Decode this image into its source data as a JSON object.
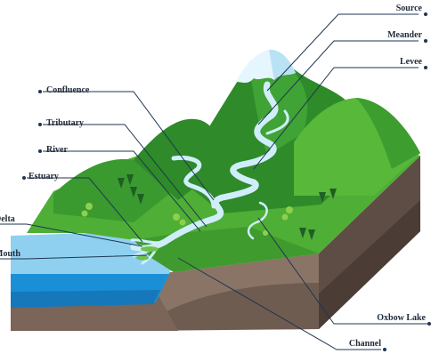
{
  "labels": {
    "source": "Source",
    "meander": "Meander",
    "levee": "Levee",
    "confluence": "Confluence",
    "tributary": "Tributary",
    "river": "River",
    "estuary": "Estuary",
    "delta": "Delta",
    "mouth": "Mouth",
    "oxbow_lake": "Oxbow Lake",
    "channel": "Channel"
  },
  "colors": {
    "grass_light": "#5fbf3a",
    "grass_dark": "#2f8a2a",
    "mountain_dark": "#1f6e28",
    "soil_front": "#8a7466",
    "soil_side": "#5e4d44",
    "soil_dark": "#3f332d",
    "sea": "#1b8fd6",
    "sea_light": "#8fd0f0",
    "river": "#cfeefa",
    "snow": "#e6f6ff",
    "leader": "#1f3550"
  }
}
